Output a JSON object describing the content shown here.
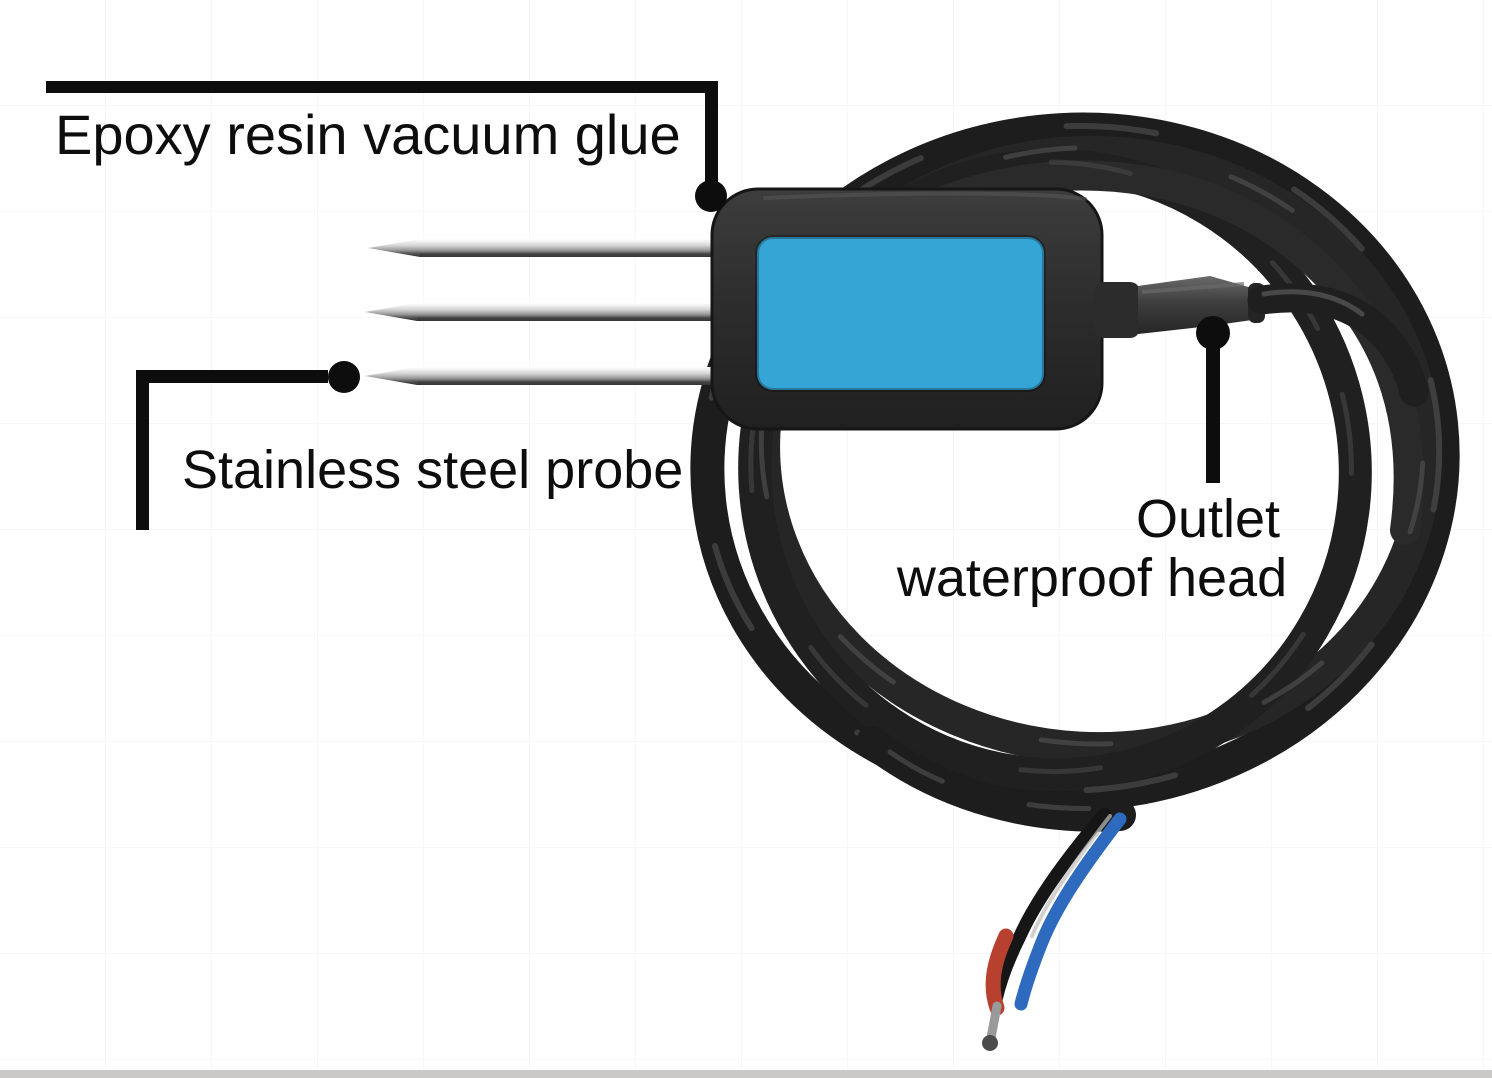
{
  "labels": {
    "epoxy": "Epoxy resin vacuum glue",
    "probe": "Stainless steel probe",
    "outlet_line1": "Outlet",
    "outlet_line2": "waterproof head"
  },
  "colors": {
    "background": "#ffffff",
    "annotation": "#0d0d0d",
    "sensor_body": "#2d2d2d",
    "sensor_label_blue": "#35a5d6",
    "cable_black": "#1f1f1f",
    "probe_silver": "#d9d9d9",
    "wire_blue": "#2e6bbf",
    "wire_red": "#b8402f",
    "wire_metal": "#9a9a9a",
    "photo_edge": "#cbc8c8"
  }
}
